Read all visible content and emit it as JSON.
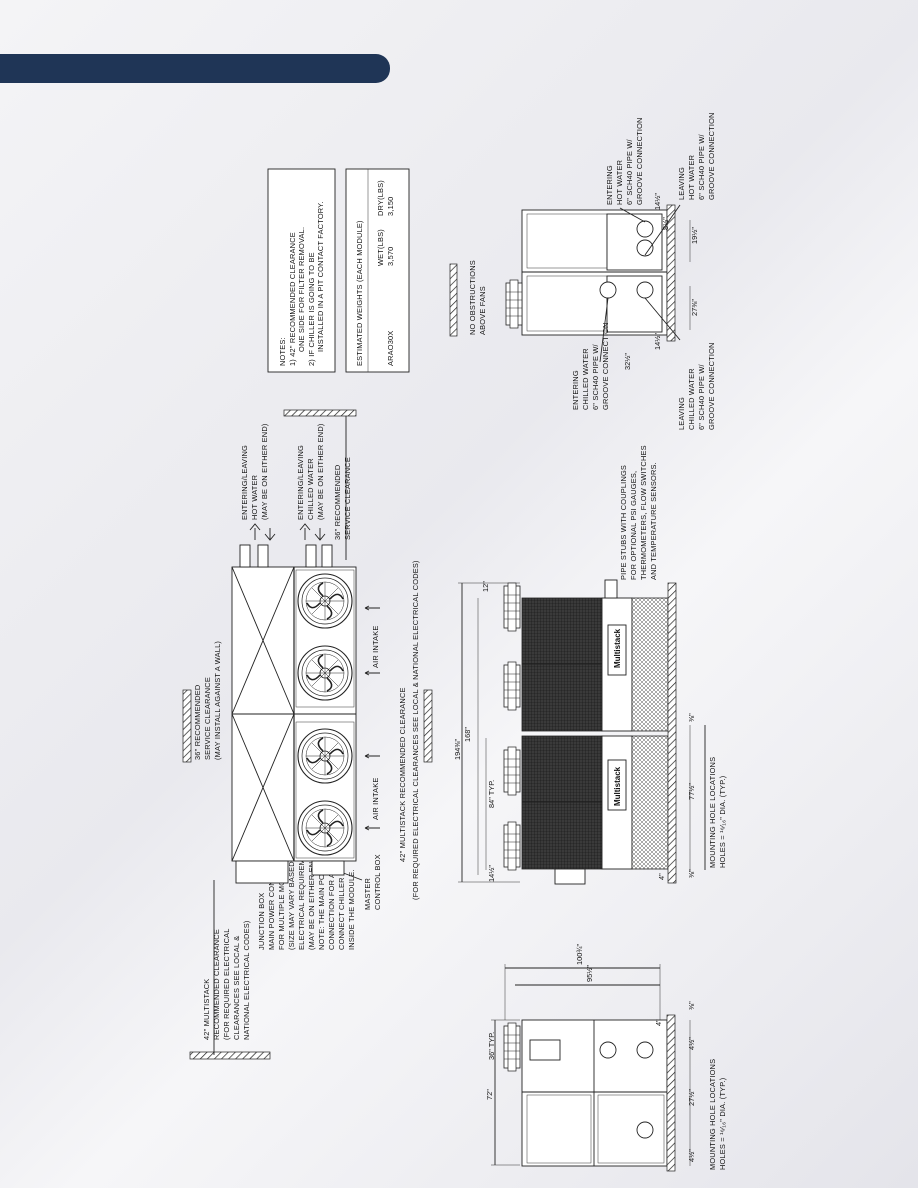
{
  "colors": {
    "header": "#1f3556"
  },
  "notes": {
    "title": "NOTES:",
    "line1": "1)  42\" RECOMMENDED CLEARANCE",
    "line2": "ONE SIDE FOR FILTER REMOVAL.",
    "line3": "2)  IF CHILLER IS GOING TO BE",
    "line4": "INSTALLED IN A PIT CONTACT FACTORY."
  },
  "weights": {
    "title": "ESTIMATED WEIGHTS (EACH MODULE)",
    "col_wet": "WET(LBS)",
    "col_dry": "DRY(LBS)",
    "model": "ARAO30X",
    "wet": "3,570",
    "dry": "3,150"
  },
  "plan": {
    "top_clearance_1": "36\" RECOMMENDED",
    "top_clearance_2": "SERVICE CLEARANCE",
    "top_clearance_3": "(MAY INSTALL AGAINST A WALL)",
    "left_clear_1": "42\" MULTISTACK",
    "left_clear_2": "RECOMMENDED CLEARANCE",
    "left_clear_3": "(FOR REQUIRED ELECTRICAL",
    "left_clear_4": "CLEARANCES SEE LOCAL &",
    "left_clear_5": "NATIONAL ELECTRICAL CODES)",
    "jbox_1": "JUNCTION BOX",
    "jbox_2": "MAIN POWER CONNECTION",
    "jbox_3": "FOR MULTIPLE MODULES",
    "jbox_4": "(SIZE MAY VARY BASED ON",
    "jbox_5": "ELECTRICAL REQUIREMENTS)",
    "jbox_6": "(MAY BE ON EITHER END)",
    "jbox_7": "NOTE: THE MAIN POWER",
    "jbox_8": "CONNECTION FOR A DIRECT",
    "jbox_9": "CONNECT CHILLER IS LOCATED",
    "jbox_10": "INSIDE THE MODULE.",
    "master_1": "MASTER",
    "master_2": "CONTROL BOX",
    "air_intake_a": "AIR INTAKE",
    "air_intake_b": "AIR INTAKE",
    "bottom_clear_1": "42\" MULTISTACK RECOMMENDED CLEARANCE",
    "bottom_clear_2": "(FOR REQUIRED ELECTRICAL CLEARANCES SEE LOCAL & NATIONAL ELECTRICAL CODES)",
    "hot_1": "ENTERING/LEAVING",
    "hot_2": "HOT WATER",
    "hot_3": "(MAY BE ON EITHER END)",
    "chw_1": "ENTERING/LEAVING",
    "chw_2": "CHILLED WATER",
    "chw_3": "(MAY BE ON EITHER END)",
    "svc_1": "36\" RECOMMENDED",
    "svc_2": "SERVICE CLEARANCE"
  },
  "side_left": {
    "d72": "72\"",
    "d36": "36\" TYP.",
    "d1003": "100¾\"",
    "d953": "95½\"",
    "d4a": "4\"",
    "d38": "⅜\"",
    "d41a": "4½\"",
    "d275": "27½\"",
    "d41b": "4½\"",
    "mount_1": "MOUNTING HOLE LOCATIONS",
    "mount_2": "HOLES = ¹⁶⁄₁₆\" DIA. (TYP.)"
  },
  "front": {
    "d12": "12\"",
    "d1944": "194⅜\"",
    "d168": "168\"",
    "d84": "84\" TYP.",
    "d1412": "14½\"",
    "d4": "4\"",
    "d38a": "⅜\"",
    "d38b": "⅜\"",
    "d772": "77½\"",
    "mount_1": "MOUNTING HOLE LOCATIONS",
    "mount_2": "HOLES = ¹⁶⁄₁₆\" DIA. (TYP.)",
    "stub_1": "PIPE STUBS WITH COUPLINGS",
    "stub_2": "FOR OPTIONAL PSI GAUGES,",
    "stub_3": "THERMOMETERS, FLOW SWITCHES",
    "stub_4": "AND TEMPERATURE SENSORS.",
    "logo": "Multistack"
  },
  "end_view": {
    "noobs_1": "NO OBSTRUCTIONS",
    "noobs_2": "ABOVE FANS",
    "ech_1": "ENTERING",
    "ech_2": "CHILLED WATER",
    "ech_3": "6\" SCH40 PIPE W/",
    "ech_4": "GROOVE CONNECTION",
    "lch_1": "LEAVING",
    "lch_2": "CHILLED WATER",
    "lch_3": "6\" SCH40 PIPE W/",
    "lch_4": "GROOVE CONNECTION",
    "ehw_1": "ENTERING",
    "ehw_2": "HOT WATER",
    "ehw_3": "6\" SCH40 PIPE W/",
    "ehw_4": "GROOVE CONNECTION",
    "lhw_1": "LEAVING",
    "lhw_2": "HOT WATER",
    "lhw_3": "6\" SCH40 PIPE W/",
    "lhw_4": "GROOVE CONNECTION",
    "d325": "32½\"",
    "d1412a": "14½\"",
    "d275": "27⅜\"",
    "d8": "8½\"",
    "d19": "19½\"",
    "d1412b": "14½\""
  }
}
